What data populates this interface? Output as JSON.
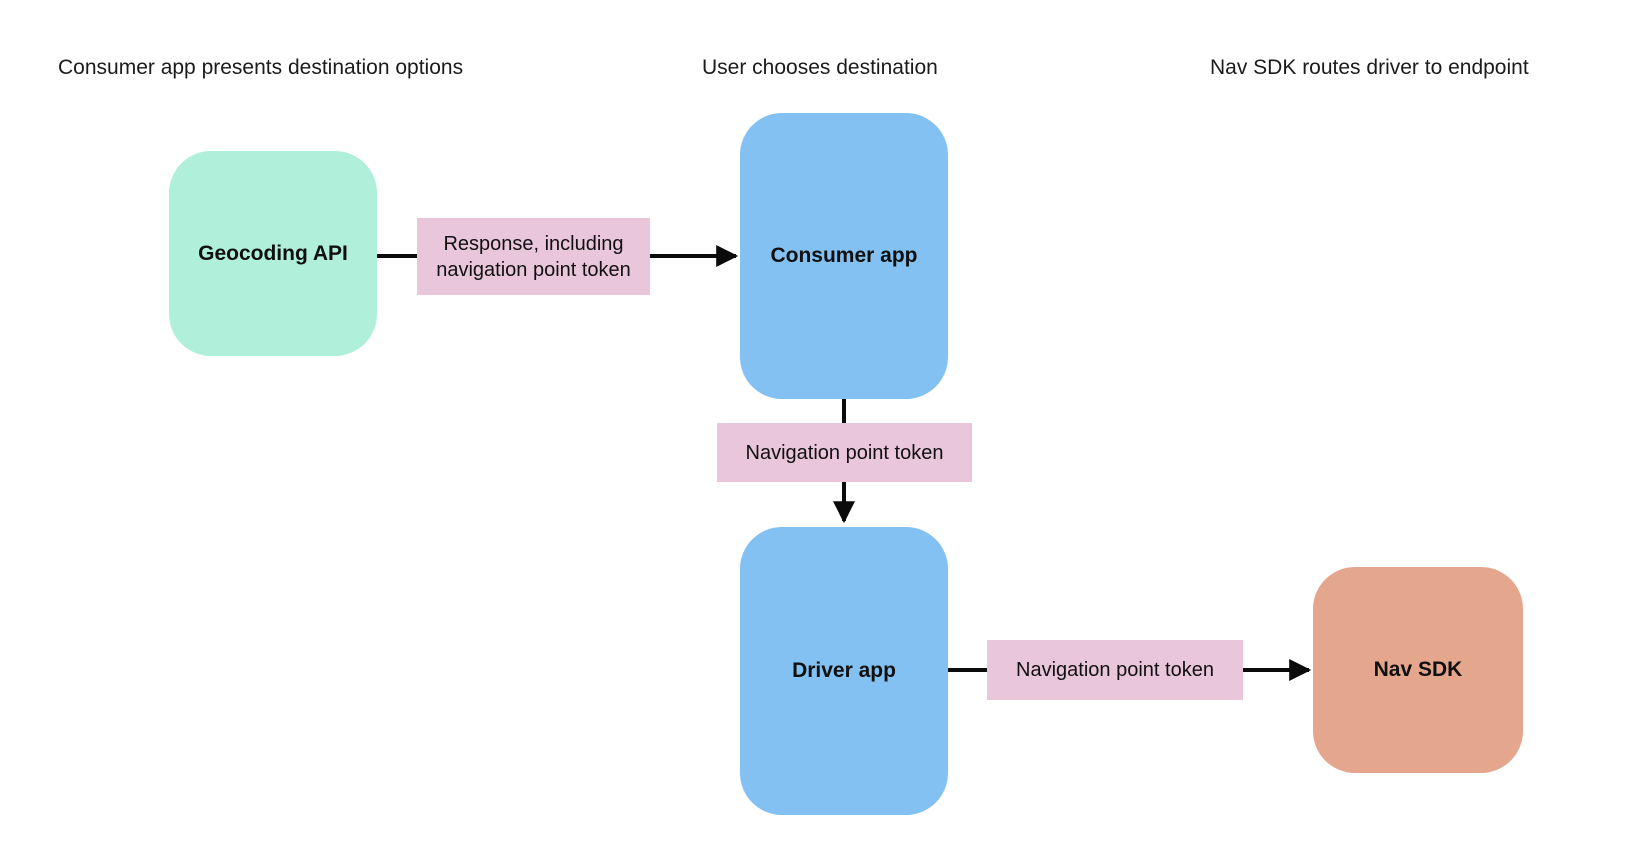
{
  "diagram": {
    "stage_headers": [
      {
        "text": "Consumer app presents destination options"
      },
      {
        "text": "User chooses destination"
      },
      {
        "text": "Nav SDK routes driver to endpoint"
      }
    ],
    "nodes": {
      "geocoding_api": {
        "label": "Geocoding API",
        "color": "#B0F0DB"
      },
      "consumer_app": {
        "label": "Consumer app",
        "color": "#82C1F2"
      },
      "driver_app": {
        "label": "Driver app",
        "color": "#82C1F2"
      },
      "nav_sdk": {
        "label": "Nav SDK",
        "color": "#E5A68E"
      }
    },
    "edges": [
      {
        "from": "Geocoding API",
        "to": "Consumer app",
        "label": "Response, including navigation point token"
      },
      {
        "from": "Consumer app",
        "to": "Driver app",
        "label": "Navigation point token"
      },
      {
        "from": "Driver app",
        "to": "Nav SDK",
        "label": "Navigation point token"
      }
    ],
    "colors": {
      "edge_label_background": "#EAC6DB",
      "arrow": "#0b0b0b",
      "background": "#ffffff",
      "text": "#101010"
    }
  }
}
